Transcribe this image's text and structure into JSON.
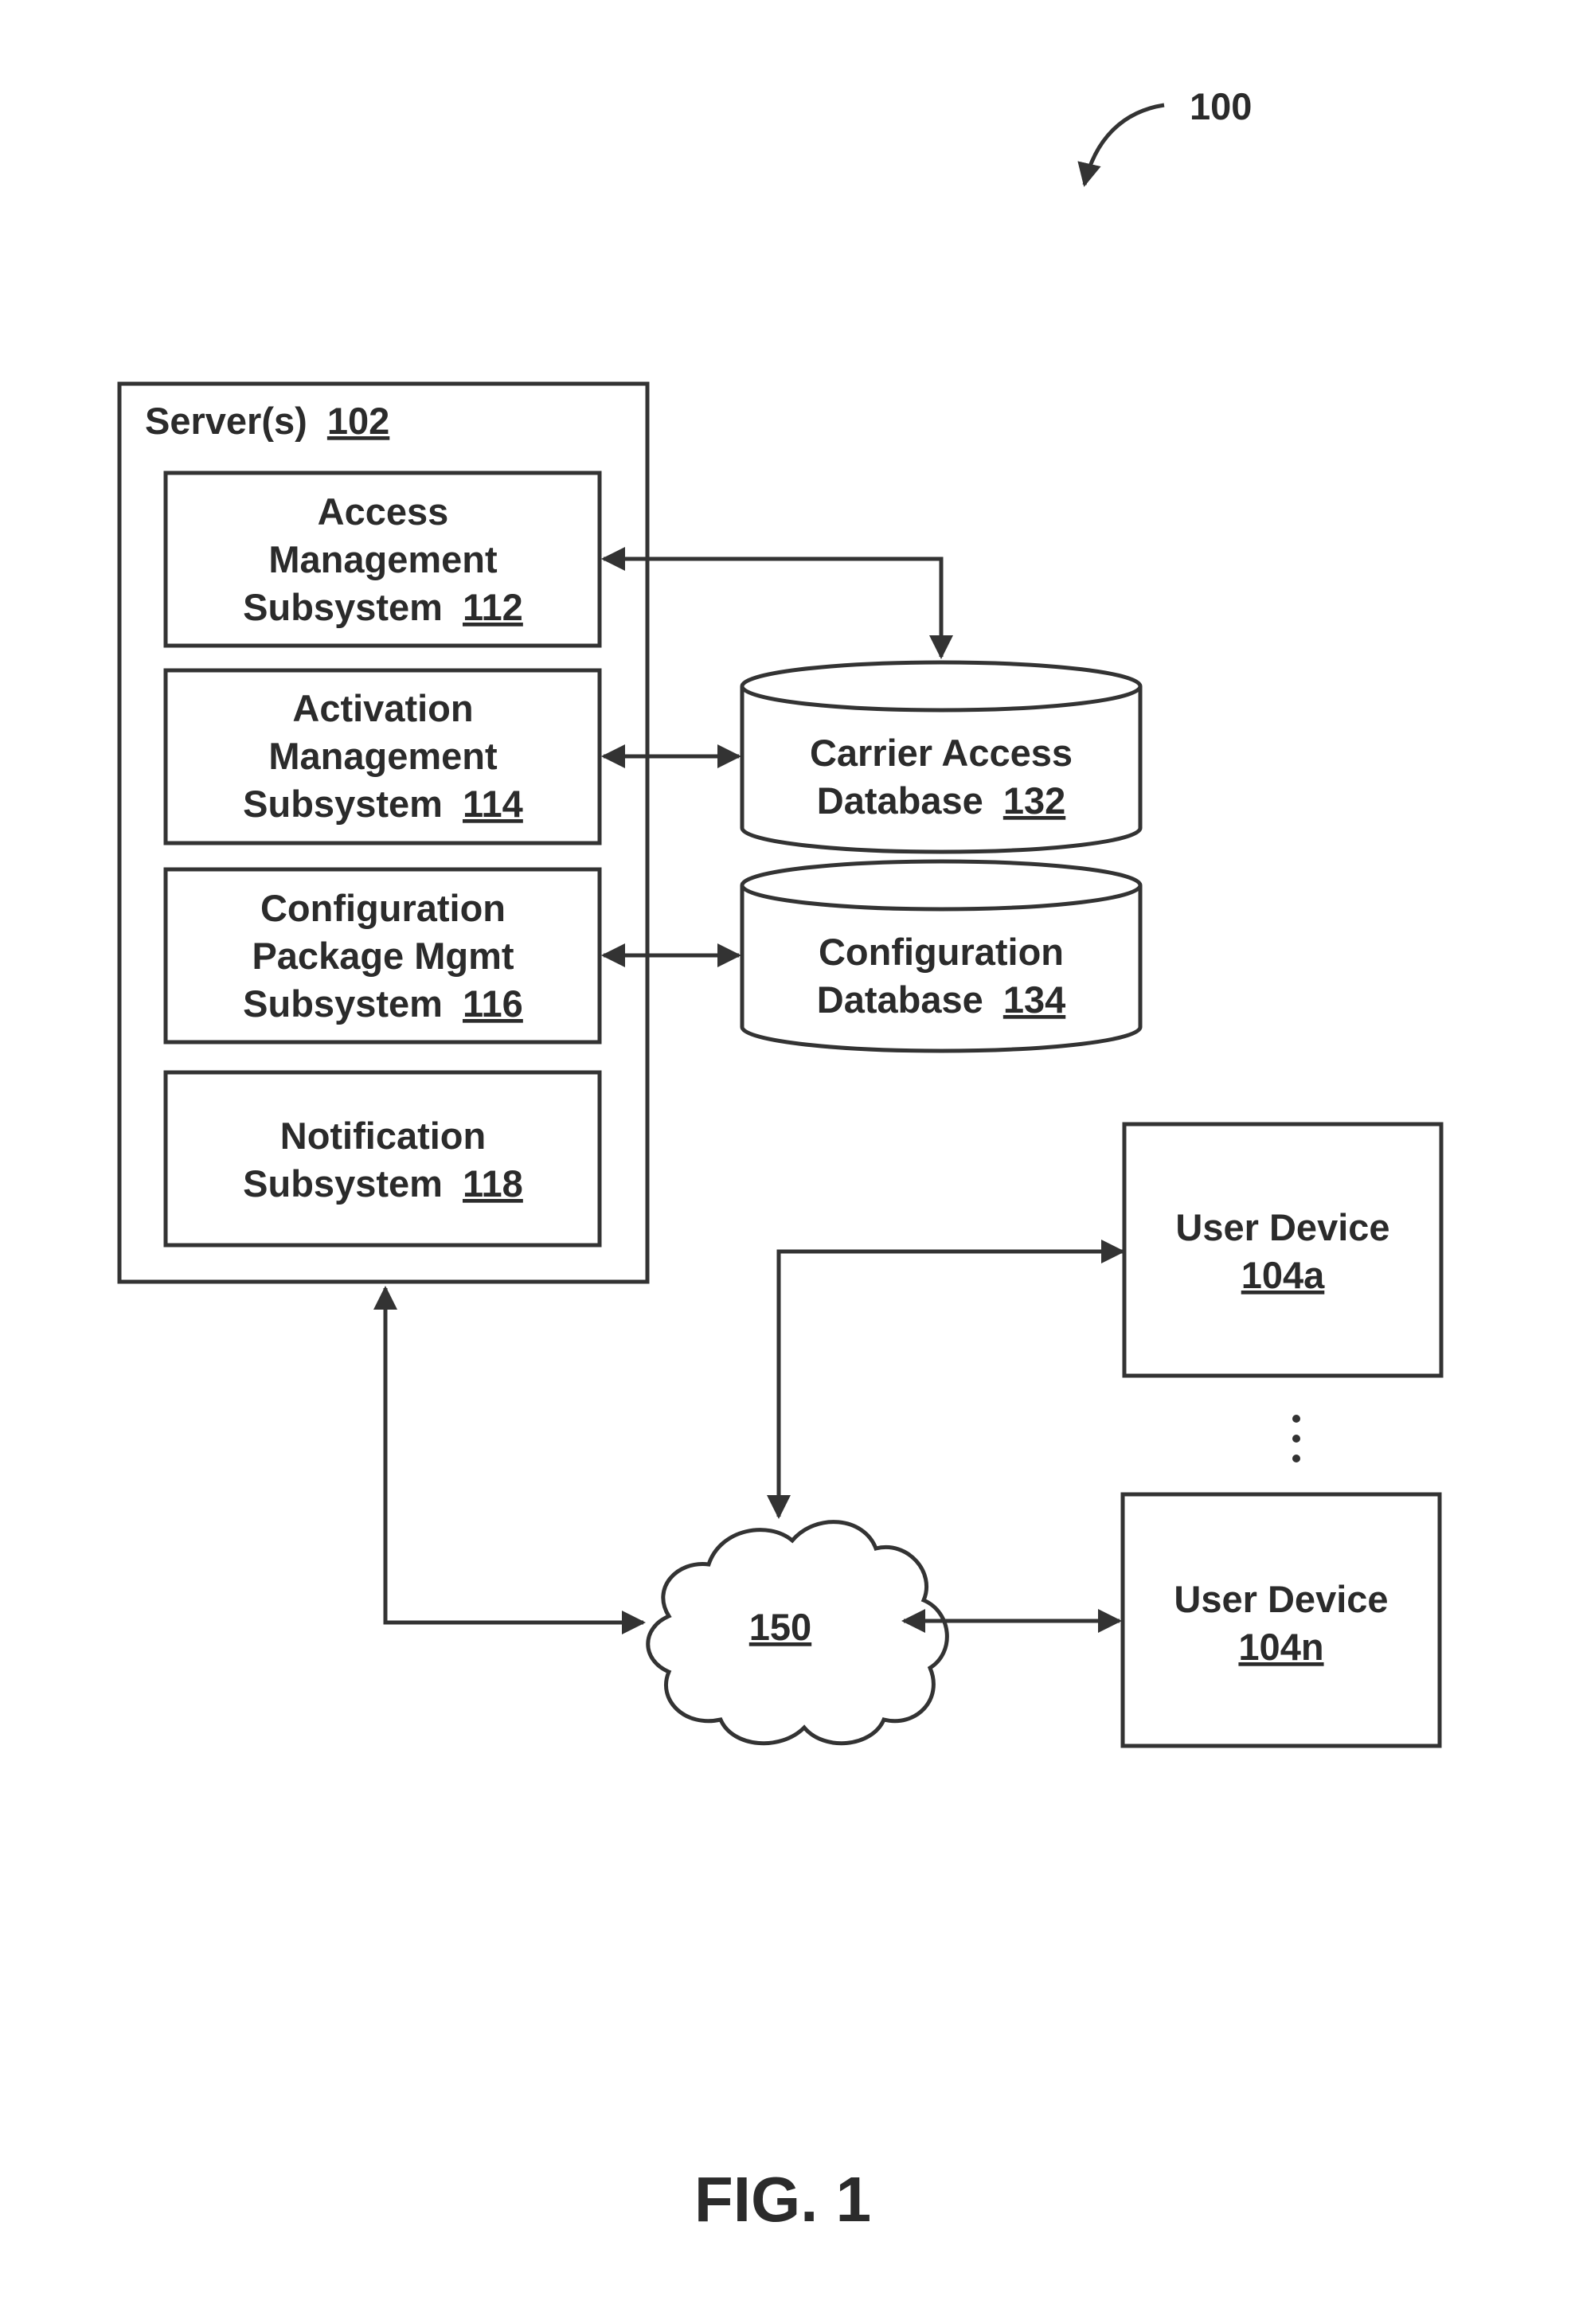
{
  "figure": {
    "ref": "100",
    "caption": "FIG. 1"
  },
  "server": {
    "label": "Server(s)",
    "ref": "102",
    "subsystems": [
      {
        "lines": [
          "Access",
          "Management",
          "Subsystem"
        ],
        "ref": "112"
      },
      {
        "lines": [
          "Activation",
          "Management",
          "Subsystem"
        ],
        "ref": "114"
      },
      {
        "lines": [
          "Configuration",
          "Package Mgmt",
          "Subsystem"
        ],
        "ref": "116"
      },
      {
        "lines": [
          "Notification",
          "Subsystem"
        ],
        "ref": "118"
      }
    ]
  },
  "databases": [
    {
      "lines": [
        "Carrier Access",
        "Database"
      ],
      "ref": "132"
    },
    {
      "lines": [
        "Configuration",
        "Database"
      ],
      "ref": "134"
    }
  ],
  "network": {
    "ref": "150"
  },
  "user_devices": [
    {
      "label": "User Device",
      "ref": "104a"
    },
    {
      "label": "User Device",
      "ref": "104n"
    }
  ]
}
